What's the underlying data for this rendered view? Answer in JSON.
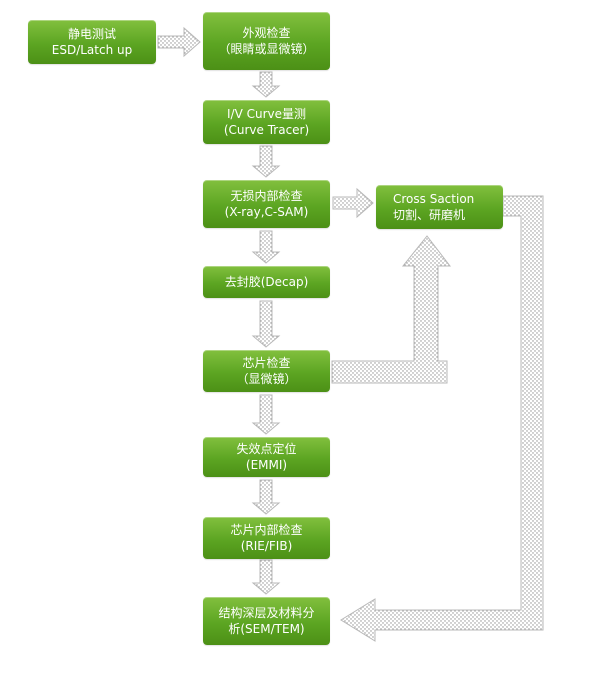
{
  "title": "failure-analysis-flowchart",
  "colors": {
    "box_gradient_top": "#82c03e",
    "box_gradient_bottom": "#4c9016",
    "box_text": "#ffffff",
    "arrow_outline": "#b8b8b8",
    "arrow_dot_fill": "#8f8f8f",
    "background": "#ffffff"
  },
  "boxes": {
    "esd": {
      "line1": "静电测试",
      "line2": "ESD/Latch up"
    },
    "visual": {
      "line1": "外观检查",
      "line2": "（眼睛或显微镜）"
    },
    "iv_curve": {
      "line1": "I/V Curve量测",
      "line2": "(Curve Tracer)"
    },
    "internal_inspect": {
      "line1": "无损内部检查",
      "line2": "(X-ray,C-SAM)"
    },
    "cross_section": {
      "line1": "Cross Saction",
      "line2": "切割、研磨机"
    },
    "decap": {
      "line1": "去封胶(Decap)",
      "line2": ""
    },
    "die_inspect": {
      "line1": "芯片检查",
      "line2": "（显微镜）"
    },
    "emmi": {
      "line1": "失效点定位",
      "line2": "(EMMI)"
    },
    "rie_fib": {
      "line1": "芯片内部检查",
      "line2": "(RIE/FIB)"
    },
    "sem_tem": {
      "line1": "结构深层及材料分",
      "line2": "析(SEM/TEM)"
    }
  }
}
